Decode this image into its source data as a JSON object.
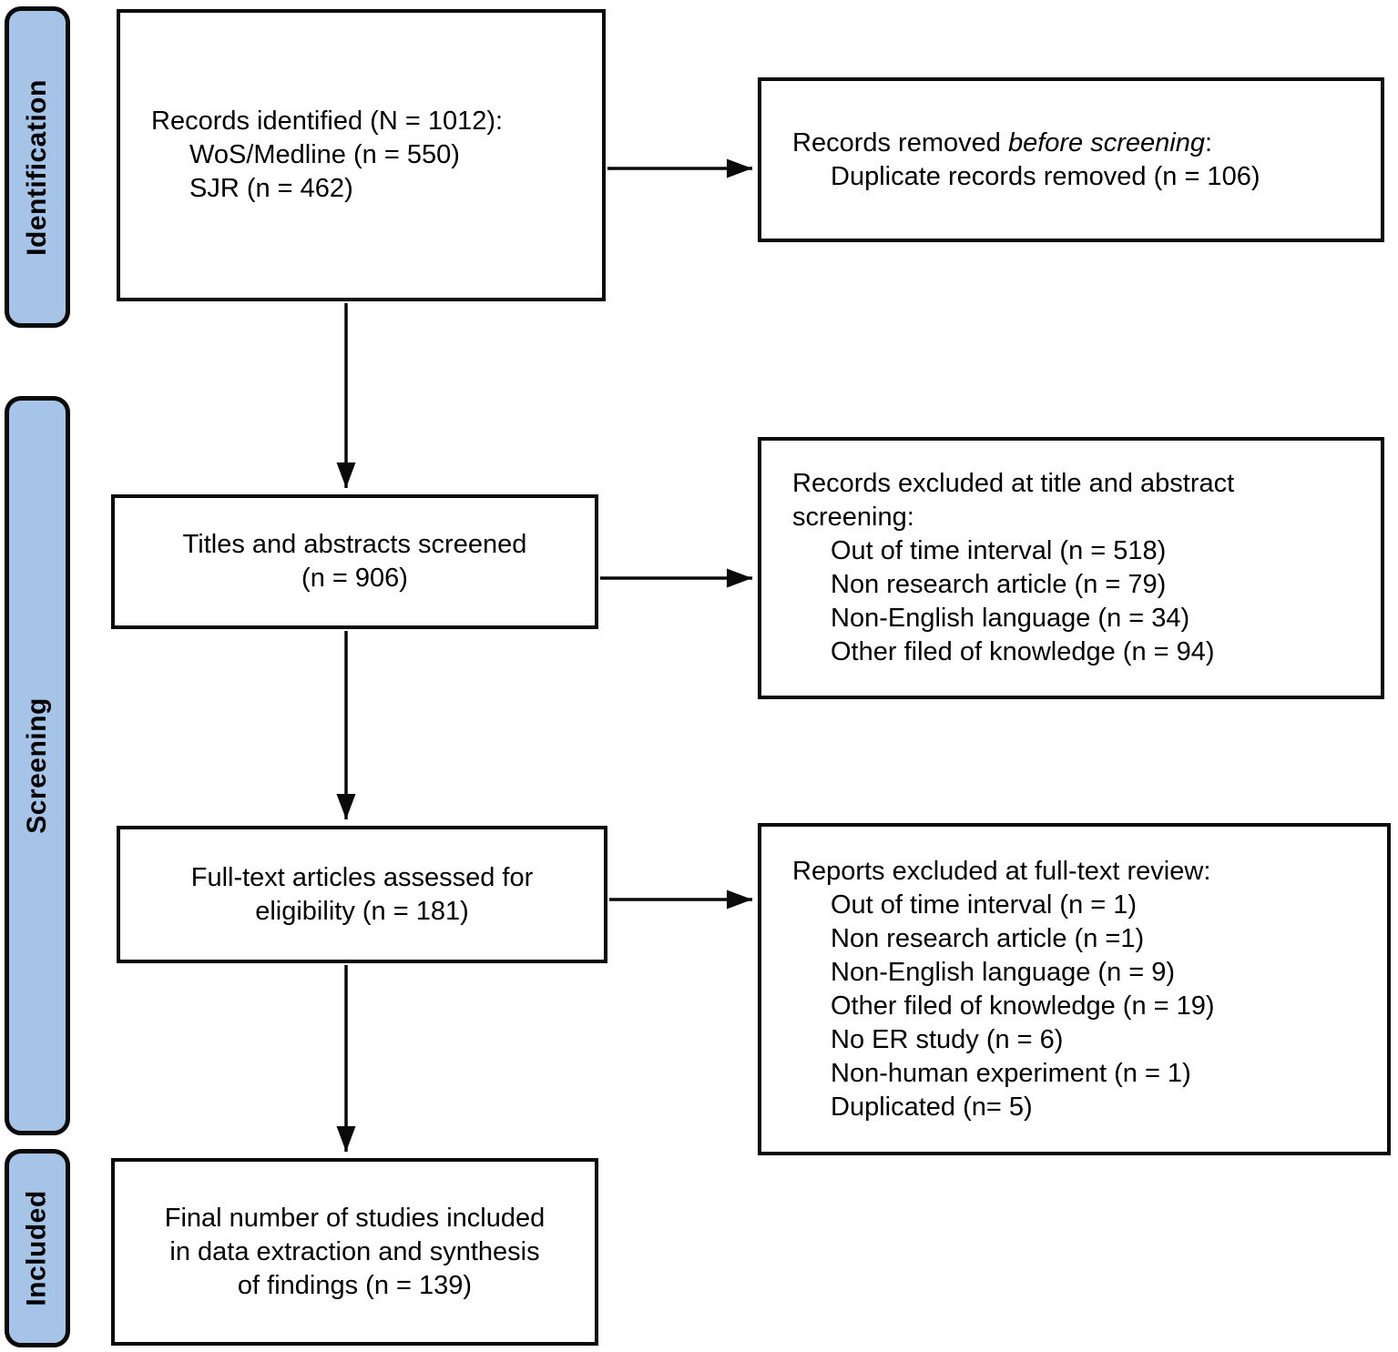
{
  "colors": {
    "stage_fill": "#a6c4e7",
    "border": "#0a0a0a",
    "background": "#ffffff",
    "text": "#000000"
  },
  "stages": [
    {
      "label": "Identification"
    },
    {
      "label": "Screening"
    },
    {
      "label": "Included"
    }
  ],
  "boxes": {
    "records_identified": {
      "title": "Records identified (N = 1012):",
      "items": [
        "WoS/Medline (n = 550)",
        "SJR (n = 462)"
      ]
    },
    "titles_screened": {
      "lines": [
        "Titles and abstracts screened",
        "(n = 906)"
      ]
    },
    "fulltext_assessed": {
      "lines": [
        "Full-text articles assessed for",
        "eligibility (n = 181)"
      ]
    },
    "final_included": {
      "lines": [
        "Final number of studies included",
        "in data extraction and synthesis",
        "of findings (n = 139)"
      ]
    },
    "removed_before_screening": {
      "title_prefix": "Records removed ",
      "title_italic": "before screening",
      "title_suffix": ":",
      "items": [
        "Duplicate records removed (n = 106)"
      ]
    },
    "excluded_title_abstract": {
      "title_lines": [
        "Records excluded at title and abstract",
        "screening:"
      ],
      "items": [
        "Out of time interval (n = 518)",
        "Non research article (n = 79)",
        "Non-English language (n = 34)",
        "Other filed of knowledge (n = 94)"
      ]
    },
    "excluded_fulltext": {
      "title": "Reports excluded at full-text review:",
      "items": [
        "Out of time interval (n = 1)",
        "Non research article (n =1)",
        "Non-English language (n = 9)",
        "Other filed of knowledge (n = 19)",
        "No ER study (n = 6)",
        "Non-human experiment (n = 1)",
        "Duplicated (n= 5)"
      ]
    }
  }
}
